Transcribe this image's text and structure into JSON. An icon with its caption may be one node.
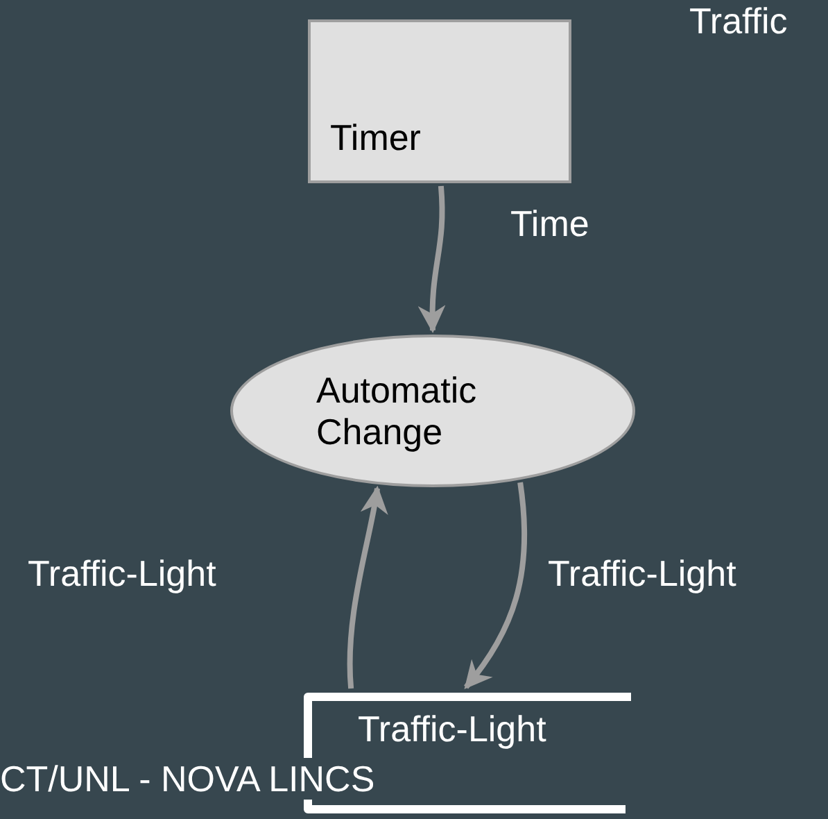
{
  "diagram": {
    "nodes": [
      {
        "text": [
          "Timer"
        ]
      },
      {
        "text": [
          "Automatic Change"
        ]
      },
      {
        "text": [
          "Traffic-Light"
        ]
      }
    ],
    "edges": [
      {
        "from": 0,
        "to": 1,
        "arrow": "to",
        "label": "Time"
      },
      {
        "from": 2,
        "to": 1,
        "arrow": "to",
        "label": "Traffic-Light"
      },
      {
        "from": 1,
        "to": 2,
        "arrow": "to",
        "label": "Traffic-Light"
      }
    ],
    "labels": [
      "Traffic",
      "CT/UNL - NOVA LINCS"
    ]
  }
}
